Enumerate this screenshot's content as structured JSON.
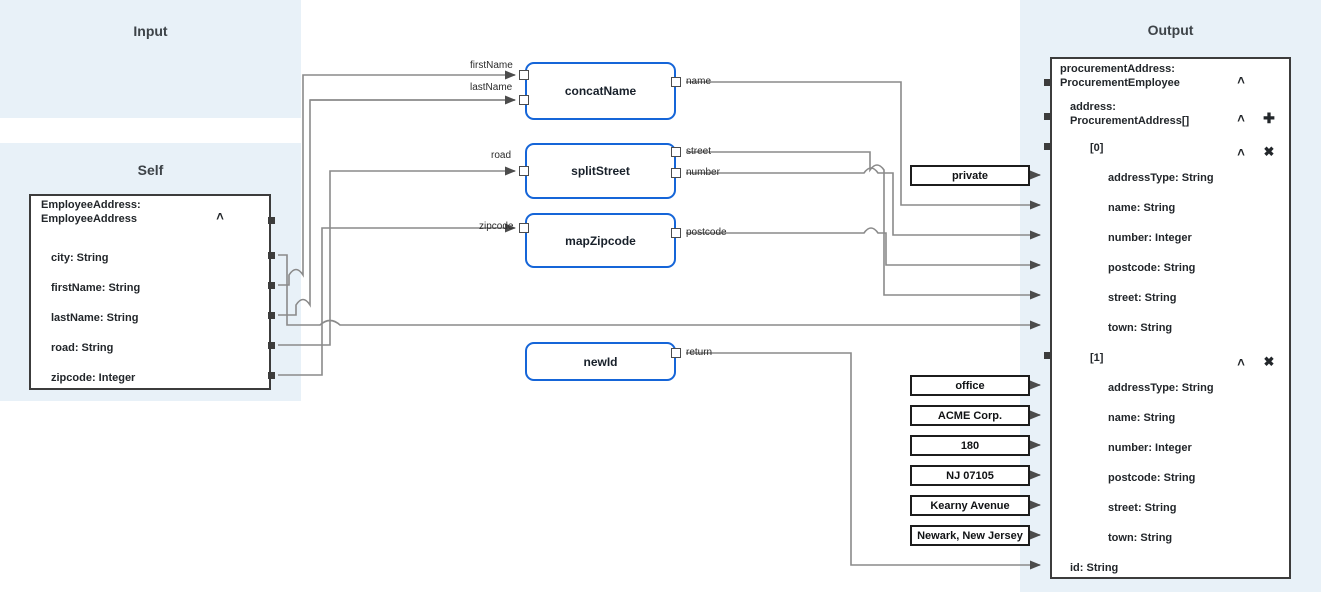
{
  "panels": {
    "input": {
      "title": "Input"
    },
    "self": {
      "title": "Self"
    },
    "output": {
      "title": "Output"
    }
  },
  "self_node": {
    "header": "EmployeeAddress:\nEmployeeAddress",
    "collapse_icon": "chevron-up",
    "fields": [
      {
        "label": "city: String"
      },
      {
        "label": "firstName: String"
      },
      {
        "label": "lastName: String"
      },
      {
        "label": "road: String"
      },
      {
        "label": "zipcode: Integer"
      }
    ]
  },
  "output_node": {
    "rows": [
      {
        "label": "procurementAddress:\nProcurementEmployee",
        "indent": 0,
        "chevron": "˄",
        "action": ""
      },
      {
        "label": "address:\nProcurementAddress[]",
        "indent": 1,
        "chevron": "˄",
        "action": "✚"
      },
      {
        "label": "[0]",
        "indent": 2,
        "chevron": "˄",
        "action": "✖"
      },
      {
        "label": "addressType: String",
        "indent": 3,
        "chevron": "",
        "action": ""
      },
      {
        "label": "name: String",
        "indent": 3,
        "chevron": "",
        "action": ""
      },
      {
        "label": "number: Integer",
        "indent": 3,
        "chevron": "",
        "action": ""
      },
      {
        "label": "postcode: String",
        "indent": 3,
        "chevron": "",
        "action": ""
      },
      {
        "label": "street: String",
        "indent": 3,
        "chevron": "",
        "action": ""
      },
      {
        "label": "town: String",
        "indent": 3,
        "chevron": "",
        "action": ""
      },
      {
        "label": "[1]",
        "indent": 2,
        "chevron": "˄",
        "action": "✖"
      },
      {
        "label": "addressType: String",
        "indent": 3,
        "chevron": "",
        "action": ""
      },
      {
        "label": "name: String",
        "indent": 3,
        "chevron": "",
        "action": ""
      },
      {
        "label": "number: Integer",
        "indent": 3,
        "chevron": "",
        "action": ""
      },
      {
        "label": "postcode: String",
        "indent": 3,
        "chevron": "",
        "action": ""
      },
      {
        "label": "street: String",
        "indent": 3,
        "chevron": "",
        "action": ""
      },
      {
        "label": "town: String",
        "indent": 3,
        "chevron": "",
        "action": ""
      },
      {
        "label": "id: String",
        "indent": 1,
        "chevron": "",
        "action": ""
      }
    ]
  },
  "functions": [
    {
      "name": "concatName",
      "inputs": [
        "firstName",
        "lastName"
      ],
      "outputs": [
        "name"
      ]
    },
    {
      "name": "splitStreet",
      "inputs": [
        "road"
      ],
      "outputs": [
        "street",
        "number"
      ]
    },
    {
      "name": "mapZipcode",
      "inputs": [
        "zipcode"
      ],
      "outputs": [
        "postcode"
      ]
    },
    {
      "name": "newId",
      "inputs": [],
      "outputs": [
        "return"
      ]
    }
  ],
  "constants": [
    {
      "value": "private"
    },
    {
      "value": "office"
    },
    {
      "value": "ACME Corp."
    },
    {
      "value": "180"
    },
    {
      "value": "NJ 07105"
    },
    {
      "value": "Kearny Avenue"
    },
    {
      "value": "Newark, New Jersey"
    }
  ],
  "colors": {
    "panel_bg": "#e8f1f8",
    "function_border": "#1565d8",
    "node_border": "#3c3c3c",
    "wire": "#8a8a8a",
    "text": "#22262a"
  }
}
